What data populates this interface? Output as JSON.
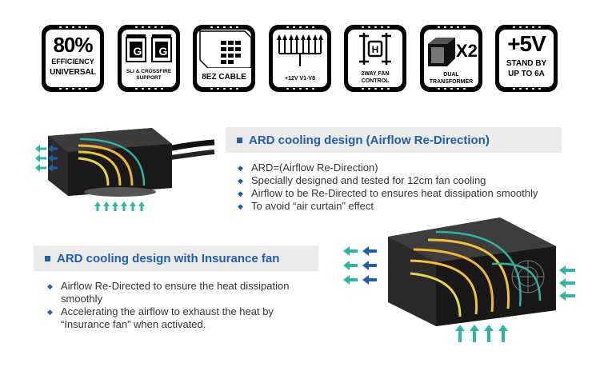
{
  "badges": [
    {
      "big": "80%",
      "lines": [
        "EFFICIENCY",
        "UNIVERSAL"
      ]
    },
    {
      "gpu_letter": "G",
      "lines": [
        "SLI & CROSSFIRE",
        "SUPPORT"
      ]
    },
    {
      "lines": [
        "8EZ CABLE"
      ]
    },
    {
      "lines": [
        "+12V V1-V8"
      ]
    },
    {
      "lines": [
        "2WAY FAN",
        "CONTROL"
      ]
    },
    {
      "mult": "X2",
      "lines": [
        "DUAL",
        "TRANSFORMER"
      ]
    },
    {
      "big": "+5V",
      "lines": [
        "STAND BY",
        "UP TO 6A"
      ]
    }
  ],
  "section1": {
    "title": "ARD cooling design (Airflow Re-Direction)",
    "bullets": [
      "ARD=(Airflow Re-Direction)",
      "Specially designed and tested for 12cm fan cooling",
      "Airflow to be Re-Directed to ensures heat dissipation smoothly",
      "To avoid “air curtain” effect"
    ]
  },
  "section2": {
    "title": "ARD cooling design with Insurance fan",
    "bullets": [
      "Airflow Re-Directed to ensure the heat dissipation smoothly",
      "Accelerating the airflow to exhaust the heat by “Insurance fan” when activated."
    ]
  },
  "colors": {
    "accent": "#1f5fae",
    "header_bg": "#ebebeb",
    "arrow_teal": "#2bb7a3",
    "flow_yellow": "#f2c230"
  }
}
